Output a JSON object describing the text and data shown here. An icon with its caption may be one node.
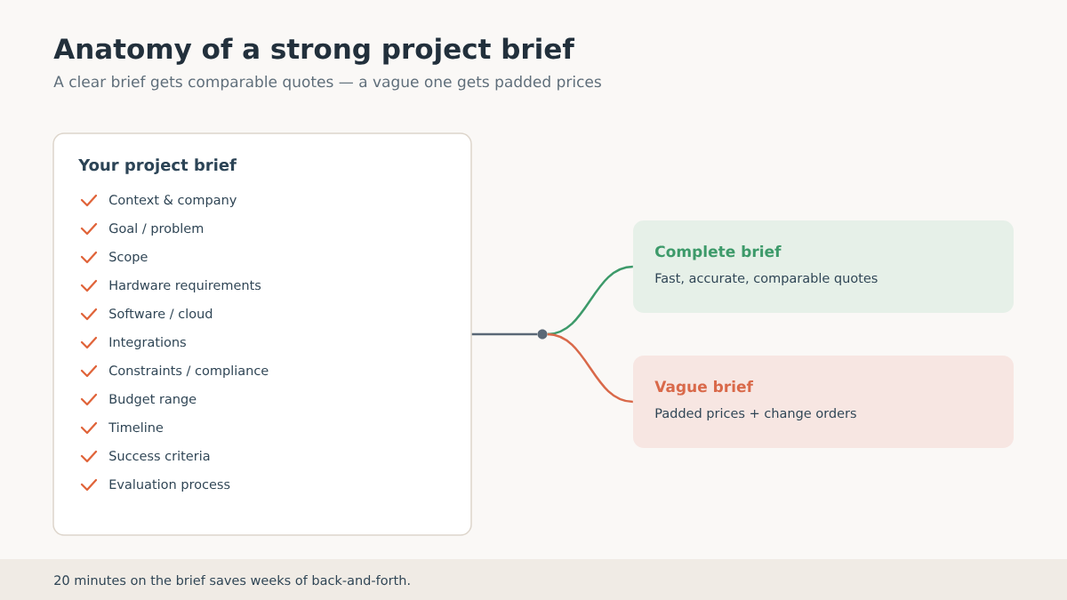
{
  "diagram": {
    "title": "Anatomy of a strong project brief",
    "nodes": [
      {
        "text": [
          "Your project brief",
          "Context & company",
          "Goal / problem",
          "Scope",
          "Hardware requirements",
          "Software / cloud",
          "Integrations",
          "Constraints / compliance",
          "Budget range",
          "Timeline",
          "Success criteria",
          "Evaluation process"
        ]
      },
      {
        "text": [],
        "shape": "circle"
      },
      {
        "text": [
          "Complete brief",
          "Fast, accurate, comparable quotes"
        ]
      },
      {
        "text": [
          "Vague brief",
          "Padded prices + change orders"
        ]
      }
    ],
    "edges": [
      {
        "from": 0,
        "to": 1,
        "arrow": "none",
        "color": "#5a6876"
      },
      {
        "from": 1,
        "to": 2,
        "arrow": "none",
        "color": "#3d9a6a"
      },
      {
        "from": 1,
        "to": 3,
        "arrow": "none",
        "color": "#d9694a"
      }
    ],
    "labels": [
      "A clear brief gets comparable quotes — a vague one gets padded prices",
      "20 minutes on the brief saves weeks of back-and-forth."
    ]
  }
}
